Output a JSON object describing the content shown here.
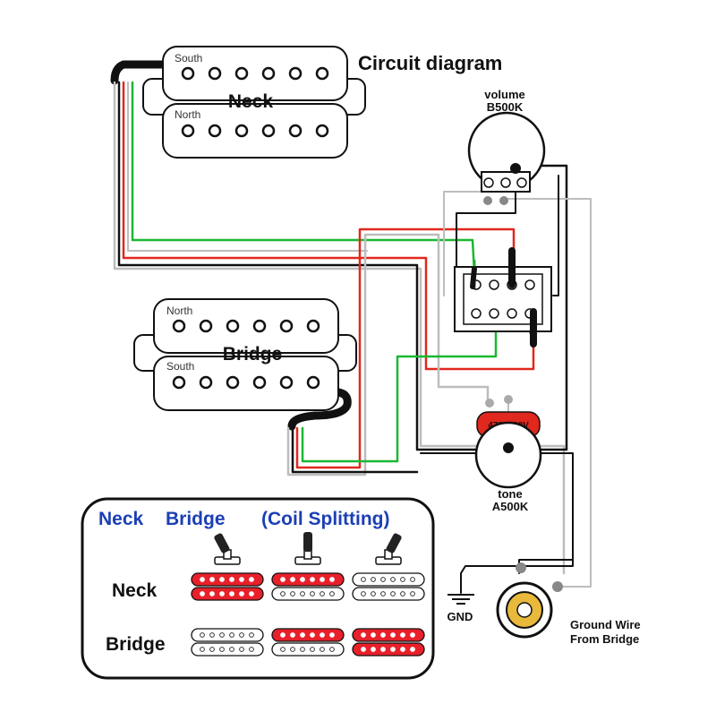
{
  "title": "Circuit diagram",
  "pickups": {
    "neck": {
      "label": "Neck",
      "coil_top": "South",
      "coil_bottom": "North"
    },
    "bridge": {
      "label": "Bridge",
      "coil_top": "North",
      "coil_bottom": "South"
    }
  },
  "volume_pot": {
    "label": "volume",
    "value": "B500K"
  },
  "tone_pot": {
    "label": "tone",
    "value": "A500K"
  },
  "capacitor": {
    "label": "473J630V"
  },
  "ground": {
    "label": "GND"
  },
  "ground_wire": {
    "line1": "Ground Wire",
    "line2": "From Bridge"
  },
  "legend": {
    "headers": {
      "neck": "Neck",
      "bridge": "Bridge",
      "split": "(Coil Splitting)"
    },
    "rows": {
      "neck": "Neck",
      "bridge": "Bridge"
    },
    "positions": [
      {
        "neck": [
          "active",
          "active"
        ],
        "bridge": [
          "inactive",
          "inactive"
        ]
      },
      {
        "neck": [
          "active",
          "inactive"
        ],
        "bridge": [
          "active",
          "inactive"
        ]
      },
      {
        "neck": [
          "inactive",
          "inactive"
        ],
        "bridge": [
          "active",
          "active"
        ]
      }
    ]
  },
  "colors": {
    "wire_green": "#19b832",
    "wire_red": "#e0281e",
    "wire_black": "#111111",
    "wire_white": "#bdbdbd",
    "coil_active": "#e8202a",
    "legend_blue": "#1b3fb5"
  }
}
